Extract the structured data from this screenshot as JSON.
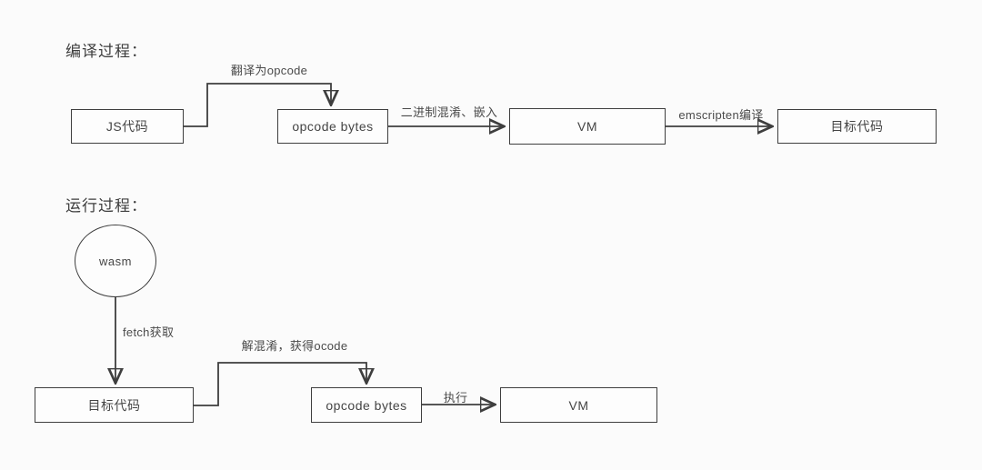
{
  "compile": {
    "title": "编译过程：",
    "nodes": {
      "js": "JS代码",
      "opcode": "opcode bytes",
      "vm": "VM",
      "target": "目标代码"
    },
    "edges": {
      "translate": "翻译为opcode",
      "embed": "二进制混淆、嵌入",
      "emscripten": "emscripten编译"
    }
  },
  "run": {
    "title": "运行过程：",
    "nodes": {
      "wasm": "wasm",
      "target": "目标代码",
      "opcode": "opcode bytes",
      "vm": "VM"
    },
    "edges": {
      "fetch": "fetch获取",
      "deobfuscate": "解混淆，获得ocode",
      "execute": "执行"
    }
  },
  "colors": {
    "line": "#3e3e3e",
    "text": "#4a4a4a",
    "background": "#fbfbfb"
  }
}
